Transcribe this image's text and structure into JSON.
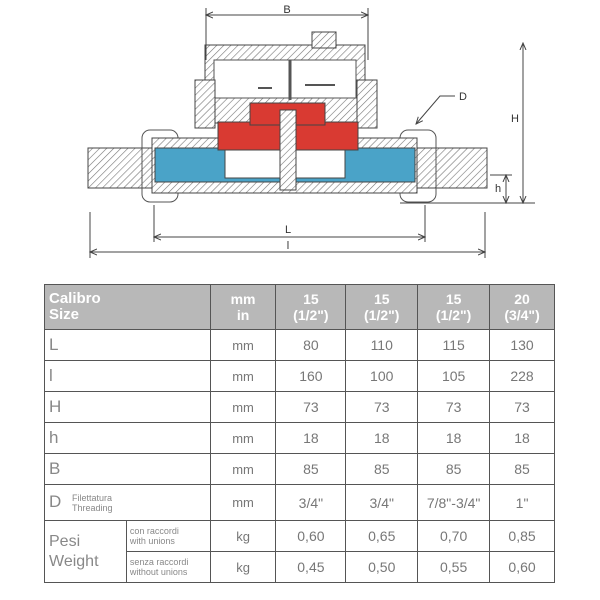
{
  "diagram": {
    "labels": {
      "B": "B",
      "D": "D",
      "H": "H",
      "h": "h",
      "L": "L",
      "l": "l"
    },
    "colors": {
      "red": "#d93a32",
      "blue": "#4aa3c8",
      "hatch": "#888888"
    }
  },
  "table": {
    "header": {
      "size_label_it": "Calibro",
      "size_label_en": "Size",
      "unit_line1": "mm",
      "unit_line2": "in",
      "columns": [
        {
          "mm": "15",
          "in": "(1/2\")"
        },
        {
          "mm": "15",
          "in": "(1/2\")"
        },
        {
          "mm": "15",
          "in": "(1/2\")"
        },
        {
          "mm": "20",
          "in": "(3/4\")"
        }
      ]
    },
    "rows": [
      {
        "label": "L",
        "unit": "mm",
        "values": [
          "80",
          "110",
          "115",
          "130"
        ]
      },
      {
        "label": "l",
        "unit": "mm",
        "values": [
          "160",
          "100",
          "105",
          "228"
        ]
      },
      {
        "label": "H",
        "unit": "mm",
        "values": [
          "73",
          "73",
          "73",
          "73"
        ]
      },
      {
        "label": "h",
        "unit": "mm",
        "values": [
          "18",
          "18",
          "18",
          "18"
        ]
      },
      {
        "label": "B",
        "unit": "mm",
        "values": [
          "85",
          "85",
          "85",
          "85"
        ]
      },
      {
        "label": "D",
        "sub_it": "Filettatura",
        "sub_en": "Threading",
        "unit": "mm",
        "values": [
          "3/4\"",
          "3/4\"",
          "7/8\"-3/4\"",
          "1\""
        ]
      }
    ],
    "weight": {
      "label_it": "Pesi",
      "label_en": "Weight",
      "rows": [
        {
          "sub_it": "con raccordi",
          "sub_en": "with unions",
          "unit": "kg",
          "values": [
            "0,60",
            "0,65",
            "0,70",
            "0,85"
          ]
        },
        {
          "sub_it": "senza raccordi",
          "sub_en": "without unions",
          "unit": "kg",
          "values": [
            "0,45",
            "0,50",
            "0,55",
            "0,60"
          ]
        }
      ]
    }
  }
}
